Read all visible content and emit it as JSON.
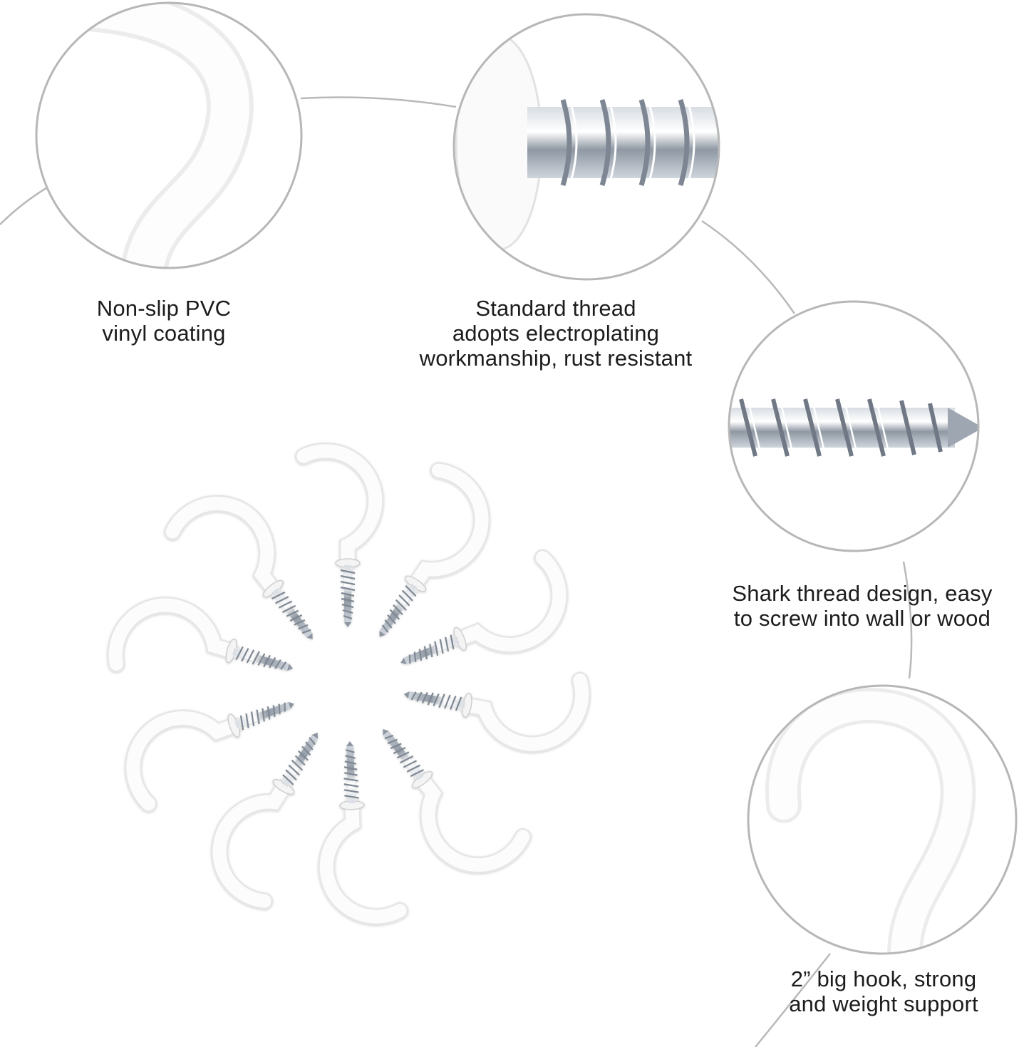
{
  "features": {
    "coating": {
      "line1": "Non-slip PVC",
      "line2": "vinyl coating"
    },
    "standard_thread": {
      "line1": "Standard thread",
      "line2": "adopts electroplating",
      "line3": "workmanship, rust resistant"
    },
    "shark_thread": {
      "line1": "Shark thread design, easy",
      "line2": "to screw into wall or wood"
    },
    "big_hook": {
      "line1": "2” big hook, strong",
      "line2": "and weight support"
    }
  },
  "colors": {
    "background": "#ffffff",
    "circle_border": "#b7b7b7",
    "hook_white": "#fbfbfb",
    "metal": "#9aa3ad"
  },
  "icons": [
    "hook-icon",
    "screw-thread-icon"
  ]
}
